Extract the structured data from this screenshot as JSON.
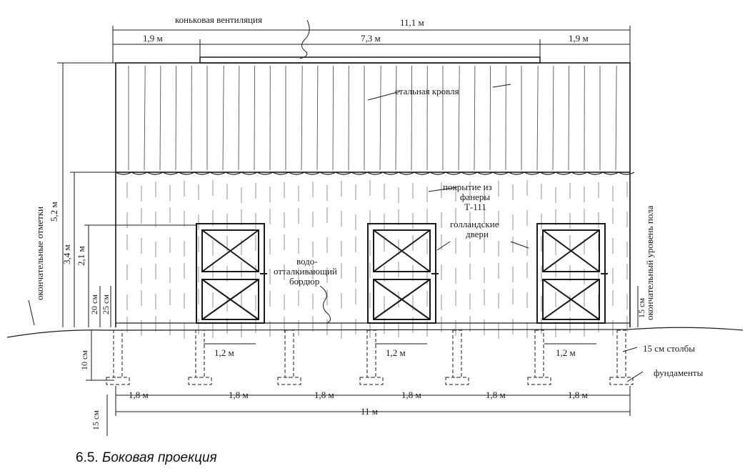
{
  "labels": {
    "ridge_vent": "коньковая вентиляция",
    "steel_roof": "стальная кровля",
    "plywood_1": "покрытие из",
    "plywood_2": "фанеры",
    "plywood_3": "Т-111",
    "doors_1": "голландские",
    "doors_2": "двери",
    "border_1": "водо-",
    "border_2": "отталкивающий",
    "border_3": "бордюр",
    "finish_marks": "окончательные отметки",
    "finish_floor": "окончательный уровень пола",
    "posts": "15 см столбы",
    "foundations": "фундаменты"
  },
  "dims": {
    "total_top": "11,1 м",
    "top_left": "1,9 м",
    "top_mid": "7,3 м",
    "top_right": "1,9 м",
    "height_total": "5,2 м",
    "height_wall": "3,4 м",
    "height_door": "2,1 м",
    "d20": "20 см",
    "d25": "25 см",
    "d10": "10 см",
    "d15_left": "15 см",
    "d15_right": "15 см",
    "door_width_1": "1,2 м",
    "door_width_2": "1,2 м",
    "door_width_3": "1,2 м",
    "spacing": [
      "1,8 м",
      "1,8 м",
      "1,8 м",
      "1,8 м",
      "1,8 м",
      "1,8 м"
    ],
    "total_bottom": "11 м"
  },
  "caption": {
    "number": "6.5.",
    "title": "Боковая проекция"
  }
}
